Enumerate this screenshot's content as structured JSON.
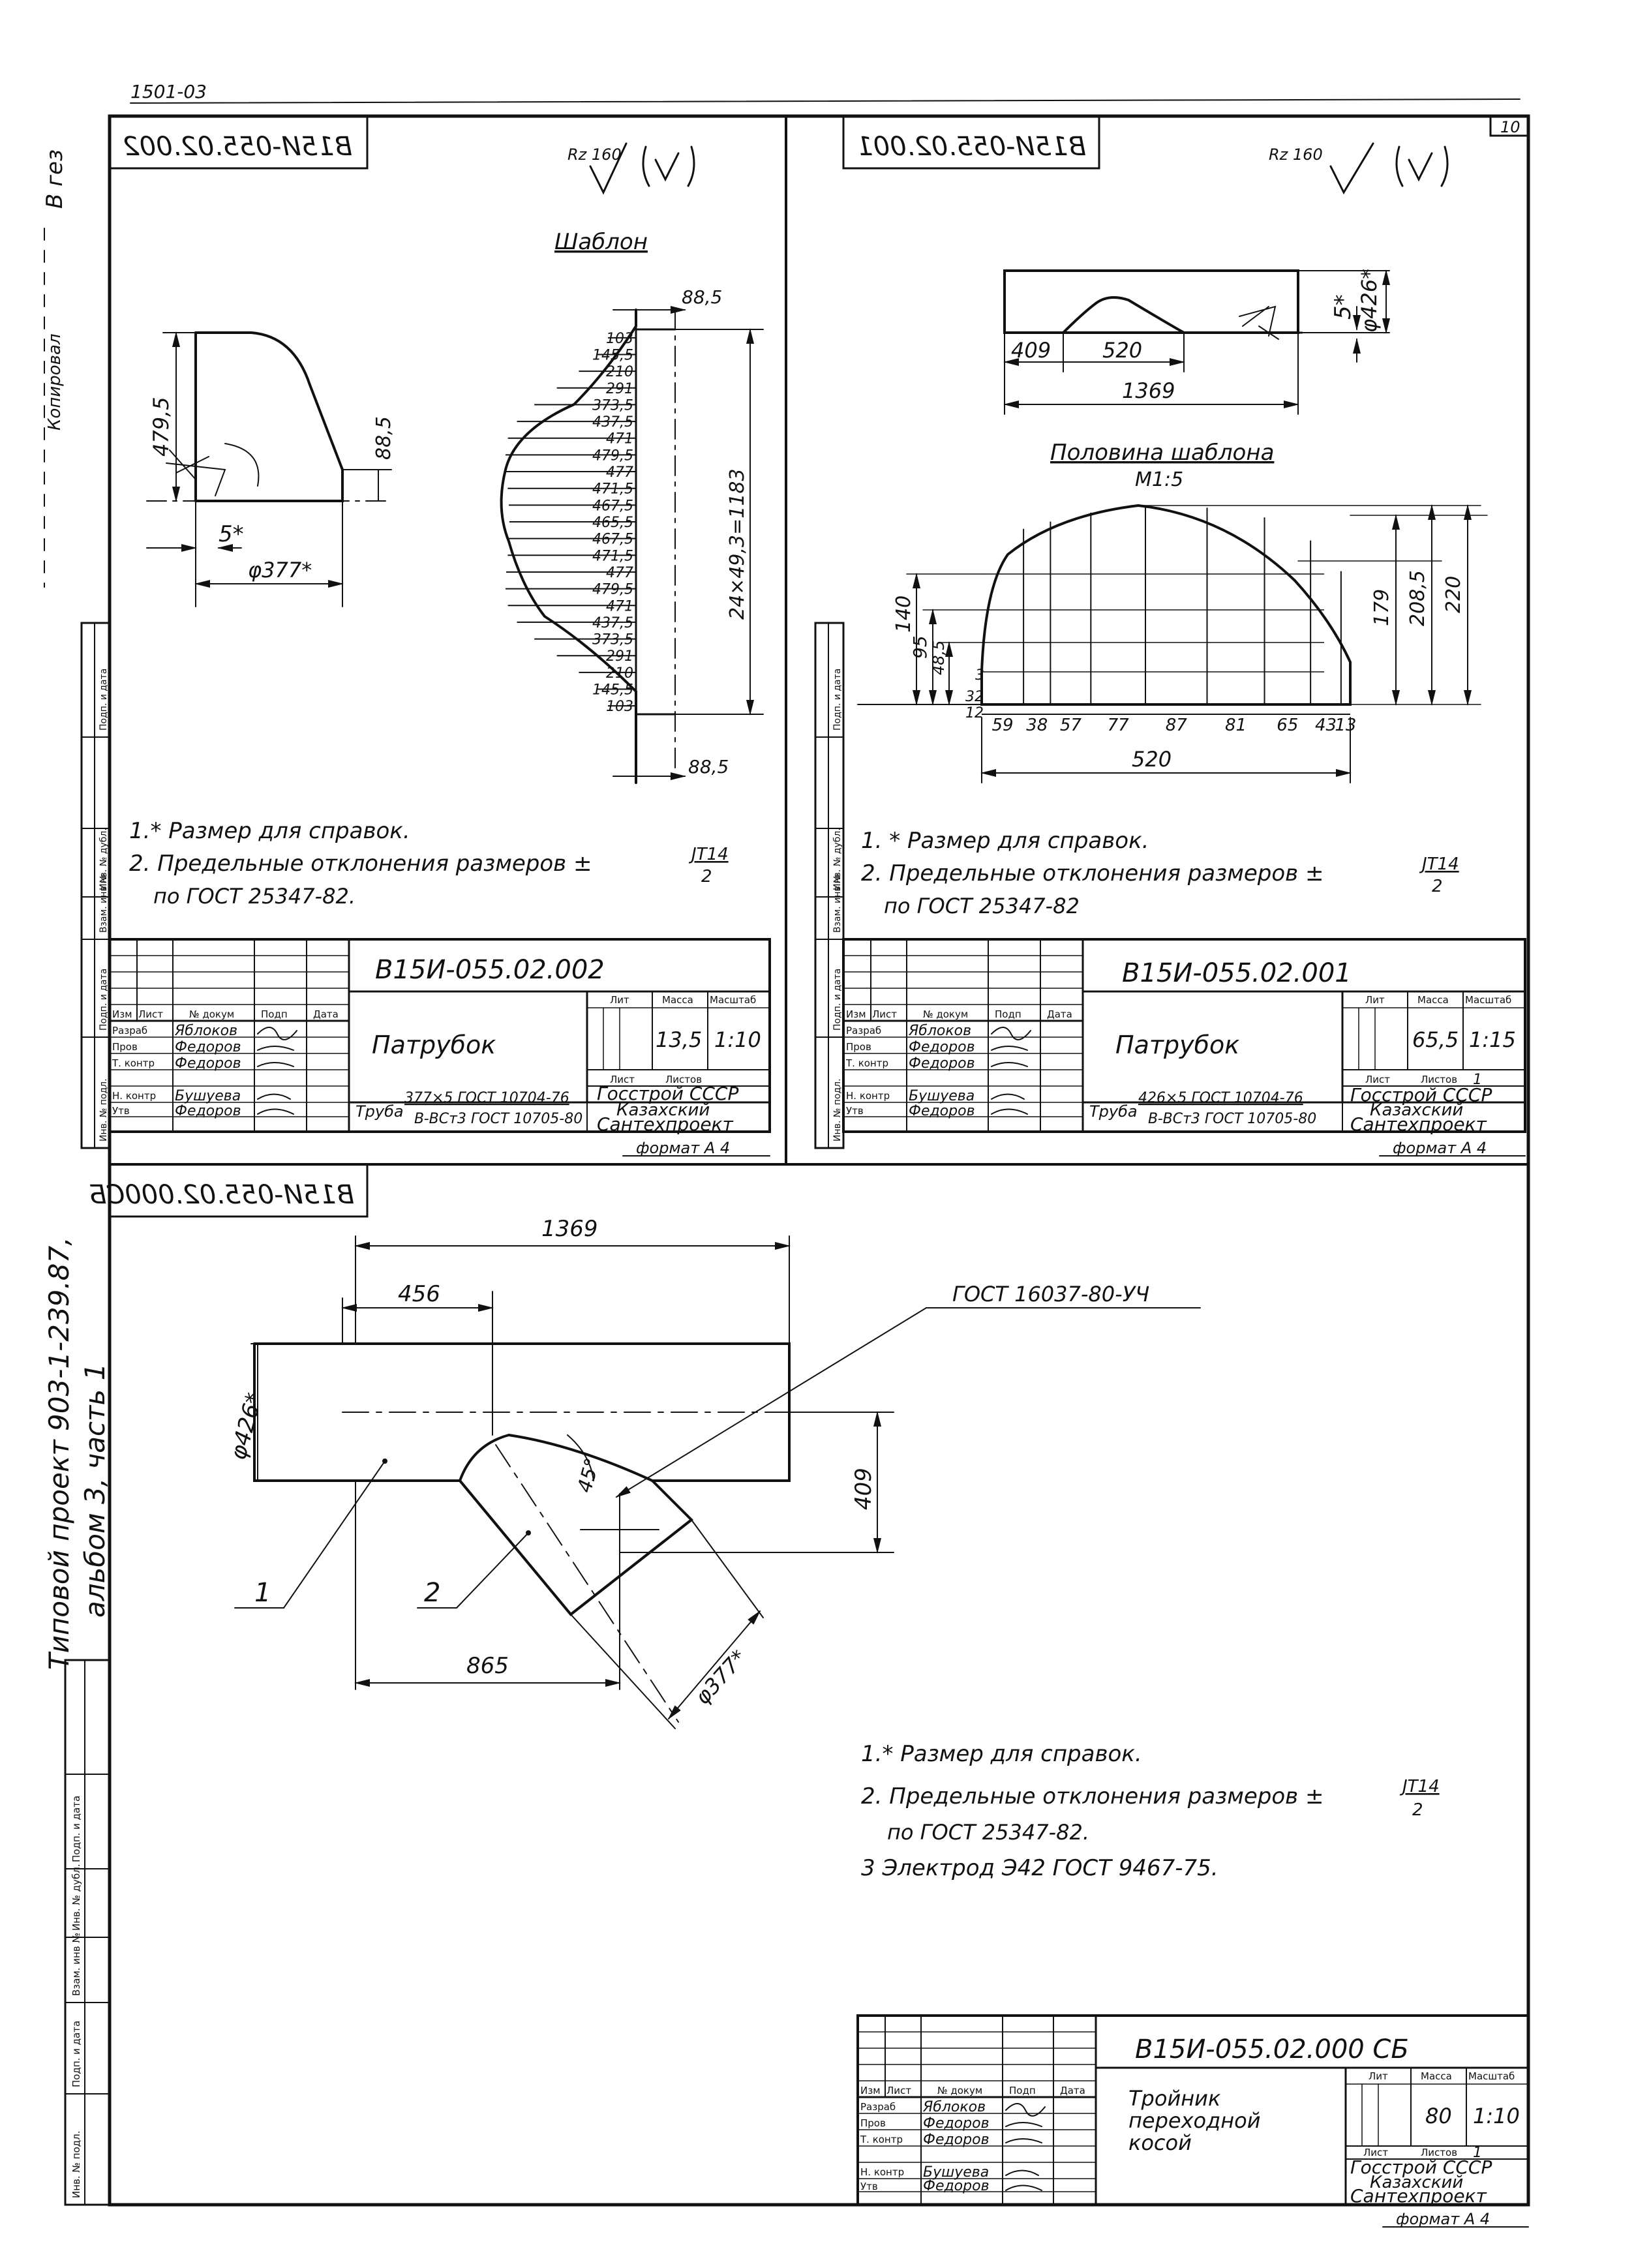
{
  "sheet_ref": "1501-03",
  "page_number": "10",
  "side_annotations": {
    "signature_initials": "В гез",
    "copied": "Копировал",
    "project_line1": "Типовой проект 903-1-239.87,",
    "project_line2": "альбом 3, часть 1"
  },
  "margin_labels": [
    "Инв. № подл.",
    "Подп. и дата",
    "Взам. инв №",
    "Инв. № дубл.",
    "Подп. и дата"
  ],
  "stamp_headers": {
    "izm": "Изм",
    "list": "Лист",
    "docnum": "№ докум",
    "podp": "Подп",
    "data": "Дата",
    "razrab": "Разраб",
    "prov": "Пров",
    "tkontr": "Т. контр",
    "nkontr": "Н. контр",
    "utv": "Утв",
    "lit": "Лит",
    "massa": "Масса",
    "masshtab": "Масштаб",
    "list2": "Лист",
    "listov": "Листов"
  },
  "drawing_002": {
    "code": "B15И-055.02.002",
    "code_mirrored": "B15И-055.02.002",
    "roughness": "Rz 160",
    "template_title": "Шаблон",
    "dim_height": "479,5",
    "dim_step": "88,5",
    "dim_weld": "5*",
    "dim_diameter": "φ377*",
    "template_top": "88,5",
    "template_bottom": "88,5",
    "template_total": "24×49,3=1183",
    "ordinates": [
      "103",
      "145,5",
      "210",
      "291",
      "373,5",
      "437,5",
      "471",
      "479,5",
      "477",
      "471,5",
      "467,5",
      "465,5",
      "467,5",
      "471,5",
      "477",
      "479,5",
      "471",
      "437,5",
      "373,5",
      "291",
      "210",
      "145,5",
      "103"
    ],
    "notes": [
      "1.* Размер  для  справок.",
      "2. Предельные  отклонения  размеров ±",
      "по ГОСТ 25347-82."
    ],
    "tolerance_num": "JT14",
    "tolerance_den": "2",
    "stamp": {
      "code": "B15И-055.02.002",
      "title": "Патрубок",
      "mass": "13,5",
      "scale": "1:10",
      "razrab": "Яблоков",
      "prov": "Федоров",
      "tkontr": "Федоров",
      "nkontr": "Бушуева",
      "utv": "Федоров",
      "material_prefix": "Труба",
      "material_top": "377×5 ГОСТ 10704-76",
      "material_bottom": "B-BСт3 ГОСТ 10705-80",
      "org1": "Госстрой СССР",
      "org2": "Казахский",
      "org3": "Сантехпроект",
      "format": "формат А 4"
    }
  },
  "drawing_001": {
    "code": "B15И-055.02.001",
    "roughness": "Rz 160",
    "dim_diameter": "φ426*",
    "dim_weld": "5*",
    "dim_offset": "409",
    "dim_width": "520",
    "dim_total": "1369",
    "half_title": "Половина шаблона",
    "half_scale": "М1:5",
    "left_dims": [
      "140",
      "95",
      "48,5",
      "32",
      "12",
      "3"
    ],
    "right_dims": [
      "179",
      "208,5",
      "220"
    ],
    "bottom_spacings": [
      "59",
      "38",
      "57",
      "77",
      "87",
      "81",
      "65",
      "43",
      "13"
    ],
    "bottom_total": "520",
    "notes": [
      "1. * Размер  для  справок.",
      "2. Предельные  отклонения  размеров ±",
      "по ГОСТ 25347-82"
    ],
    "tolerance_num": "JT14",
    "tolerance_den": "2",
    "stamp": {
      "code": "B15И-055.02.001",
      "title": "Патрубок",
      "mass": "65,5",
      "scale": "1:15",
      "sheets": "1",
      "razrab": "Яблоков",
      "prov": "Федоров",
      "tkontr": "Федоров",
      "nkontr": "Бушуева",
      "utv": "Федоров",
      "material_prefix": "Труба",
      "material_top": "426×5 ГОСТ 10704-76",
      "material_bottom": "B-BСт3 ГОСТ 10705-80",
      "org1": "Госстрой СССР",
      "org2": "Казахский",
      "org3": "Сантехпроект",
      "format": "формат А 4"
    }
  },
  "drawing_000": {
    "code_mirrored": "B15И-055.02.000СБ",
    "dim_length": "1369",
    "dim_offset_left": "456",
    "dim_bottom": "865",
    "dim_height": "409",
    "dim_diameter_main": "φ426*",
    "dim_diameter_branch": "φ377*",
    "angle": "45°",
    "weld_callout": "ГОСТ 16037-80-УЧ",
    "pos1": "1",
    "pos2": "2",
    "notes": [
      "1.* Размер  для  справок.",
      "2. Предельные  отклонения  размеров ±",
      "по ГОСТ 25347-82.",
      "3  Электрод  Э42  ГОСТ 9467-75."
    ],
    "tolerance_num": "JT14",
    "tolerance_den": "2",
    "stamp": {
      "code": "B15И-055.02.000 СБ",
      "title1": "Тройник",
      "title2": "переходной",
      "title3": "косой",
      "mass": "80",
      "scale": "1:10",
      "sheets": "1",
      "razrab": "Яблоков",
      "prov": "Федоров",
      "tkontr": "Федоров",
      "nkontr": "Бушуева",
      "utv": "Федоров",
      "org1": "Госстрой СССР",
      "org2": "Казахский",
      "org3": "Сантехпроект",
      "format": "формат А 4"
    }
  }
}
